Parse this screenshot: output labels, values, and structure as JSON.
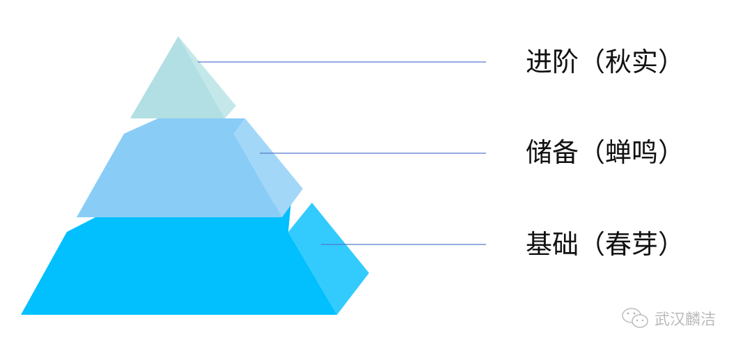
{
  "levels": [
    {
      "label": "进阶（秋实）",
      "color": "#b2dfe3",
      "side_color": "#c4e8ea"
    },
    {
      "label": "储备（蝉鸣）",
      "color": "#89cdf7",
      "side_color": "#a3d7f8"
    },
    {
      "label": "基础（春芽）",
      "color": "#02bffe",
      "side_color": "#33cbfd"
    }
  ],
  "line_color": "#5577cc",
  "watermark": {
    "text": "武汉麟洁",
    "icon": "wechat-icon"
  }
}
